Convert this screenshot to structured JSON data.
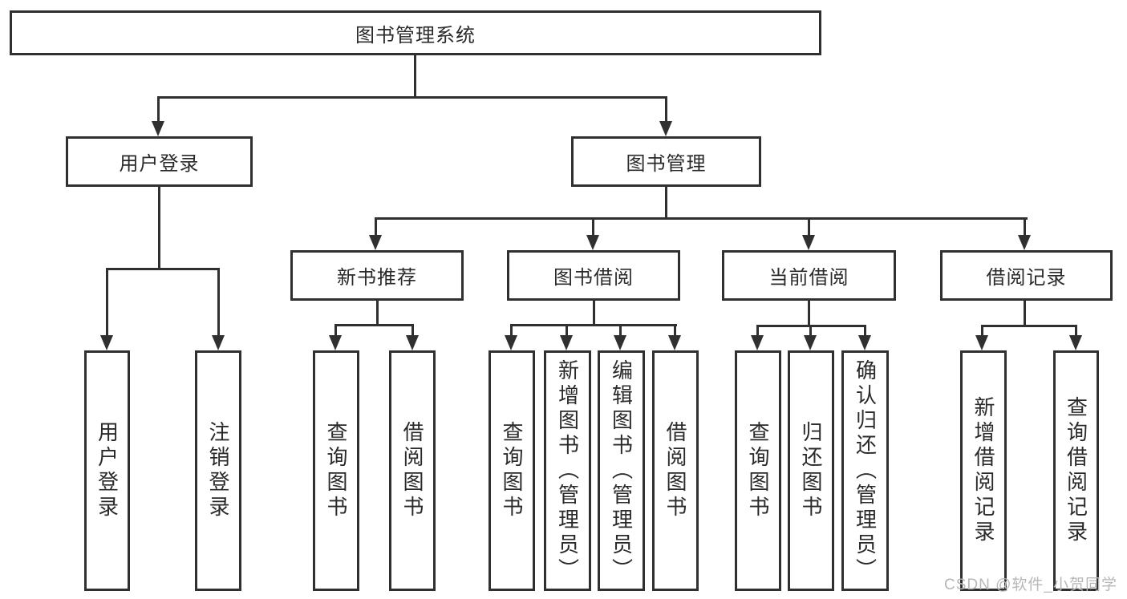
{
  "colors": {
    "line": "#303030",
    "text": "#2a2a2a",
    "box_background": "#ffffff",
    "watermark": "#b7b7b7"
  },
  "tree": {
    "root": "图书管理系统",
    "children": [
      {
        "label": "用户登录",
        "children": [
          "用户登录",
          "注销登录"
        ]
      },
      {
        "label": "图书管理",
        "children": [
          {
            "label": "新书推荐",
            "children": [
              "查询图书",
              "借阅图书"
            ]
          },
          {
            "label": "图书借阅",
            "children": [
              "查询图书",
              "新增图书（管理员）",
              "编辑图书（管理员）",
              "借阅图书"
            ]
          },
          {
            "label": "当前借阅",
            "children": [
              "查询图书",
              "归还图书",
              "确认归还（管理员）"
            ]
          },
          {
            "label": "借阅记录",
            "children": [
              "新增借阅记录",
              "查询借阅记录"
            ]
          }
        ]
      }
    ]
  },
  "watermark": {
    "text": "CSDN @软件_小贺同学"
  }
}
